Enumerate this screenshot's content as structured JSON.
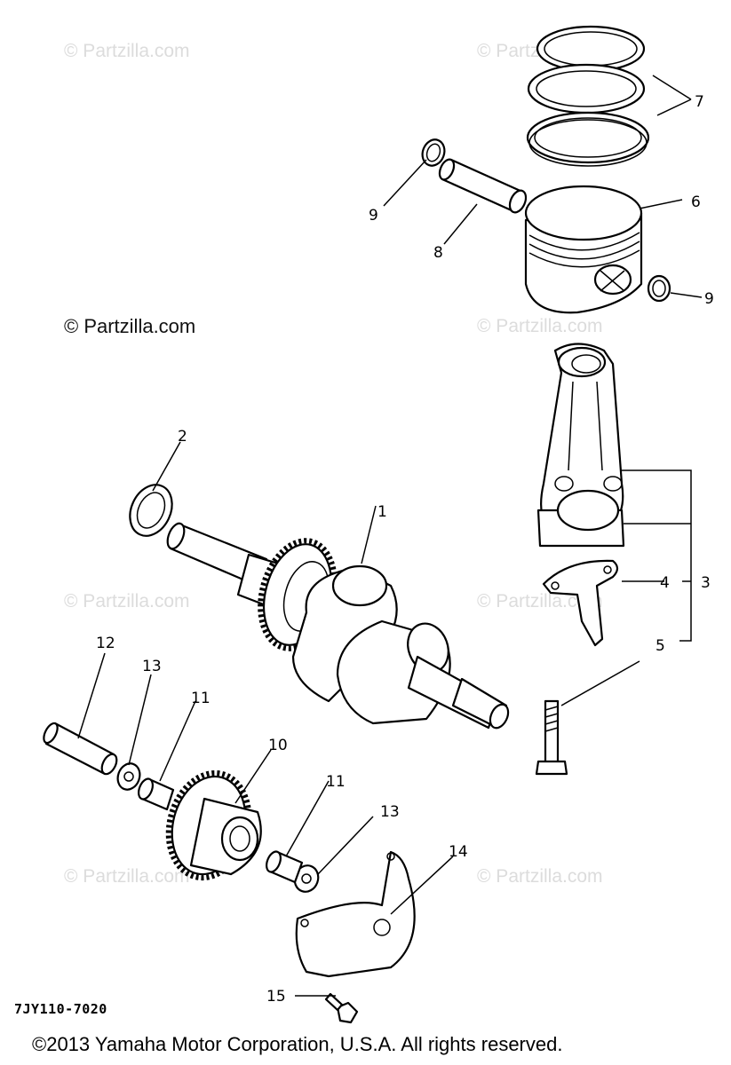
{
  "watermarks": {
    "text": "© Partzilla.com",
    "main_text": "© Partzilla.com"
  },
  "callouts": [
    {
      "id": "1",
      "label": "1"
    },
    {
      "id": "2",
      "label": "2"
    },
    {
      "id": "3",
      "label": "3"
    },
    {
      "id": "4",
      "label": "4"
    },
    {
      "id": "5",
      "label": "5"
    },
    {
      "id": "6",
      "label": "6"
    },
    {
      "id": "7",
      "label": "7"
    },
    {
      "id": "8",
      "label": "8"
    },
    {
      "id": "9a",
      "label": "9"
    },
    {
      "id": "9b",
      "label": "9"
    },
    {
      "id": "10",
      "label": "10"
    },
    {
      "id": "11a",
      "label": "11"
    },
    {
      "id": "11b",
      "label": "11"
    },
    {
      "id": "12",
      "label": "12"
    },
    {
      "id": "13a",
      "label": "13"
    },
    {
      "id": "13b",
      "label": "13"
    },
    {
      "id": "14",
      "label": "14"
    },
    {
      "id": "15",
      "label": "15"
    }
  ],
  "diagram_code": "7JY110-7020",
  "copyright": "©2013  Yamaha Motor Corporation, U.S.A. All rights reserved."
}
